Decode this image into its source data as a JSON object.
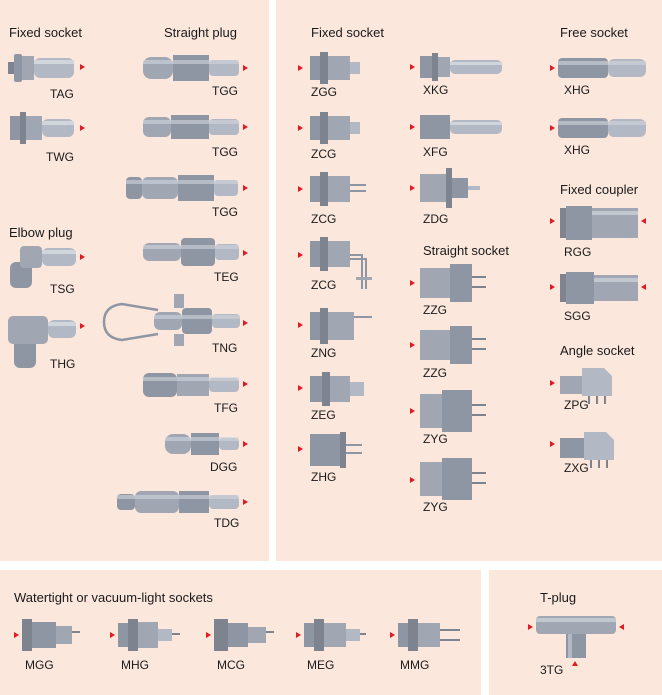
{
  "sections": {
    "left_fixed_socket": "Fixed socket",
    "straight_plug": "Straight plug",
    "elbow_plug": "Elbow plug",
    "mid_fixed_socket": "Fixed socket",
    "free_socket": "Free socket",
    "straight_socket": "Straight socket",
    "fixed_coupler": "Fixed coupler",
    "angle_socket": "Angle socket",
    "watertight": "Watertight or vacuum-light sockets",
    "t_plug": "T-plug"
  },
  "labels": {
    "tag": "TAG",
    "twg": "TWG",
    "tsg": "TSG",
    "thg": "THG",
    "tgg1": "TGG",
    "tgg2": "TGG",
    "tgg3": "TGG",
    "teg": "TEG",
    "tng": "TNG",
    "tfg": "TFG",
    "dgg": "DGG",
    "tdg": "TDG",
    "zgg": "ZGG",
    "zcg1": "ZCG",
    "zcg2": "ZCG",
    "zcg3": "ZCG",
    "zng": "ZNG",
    "zeg": "ZEG",
    "zhg": "ZHG",
    "xkg": "XKG",
    "xfg": "XFG",
    "zdg": "ZDG",
    "zzg1": "ZZG",
    "zzg2": "ZZG",
    "zyg1": "ZYG",
    "zyg2": "ZYG",
    "xhg1": "XHG",
    "xhg2": "XHG",
    "rgg": "RGG",
    "sgg": "SGG",
    "zpg": "ZPG",
    "zxg": "ZXG",
    "mgg": "MGG",
    "mhg": "MHG",
    "mcg": "MCG",
    "meg": "MEG",
    "mmg": "MMG",
    "3tg": "3TG"
  },
  "colors": {
    "panel": "#fbe7dc",
    "arrow": "#e01b24",
    "metal": "#8f96a3"
  }
}
